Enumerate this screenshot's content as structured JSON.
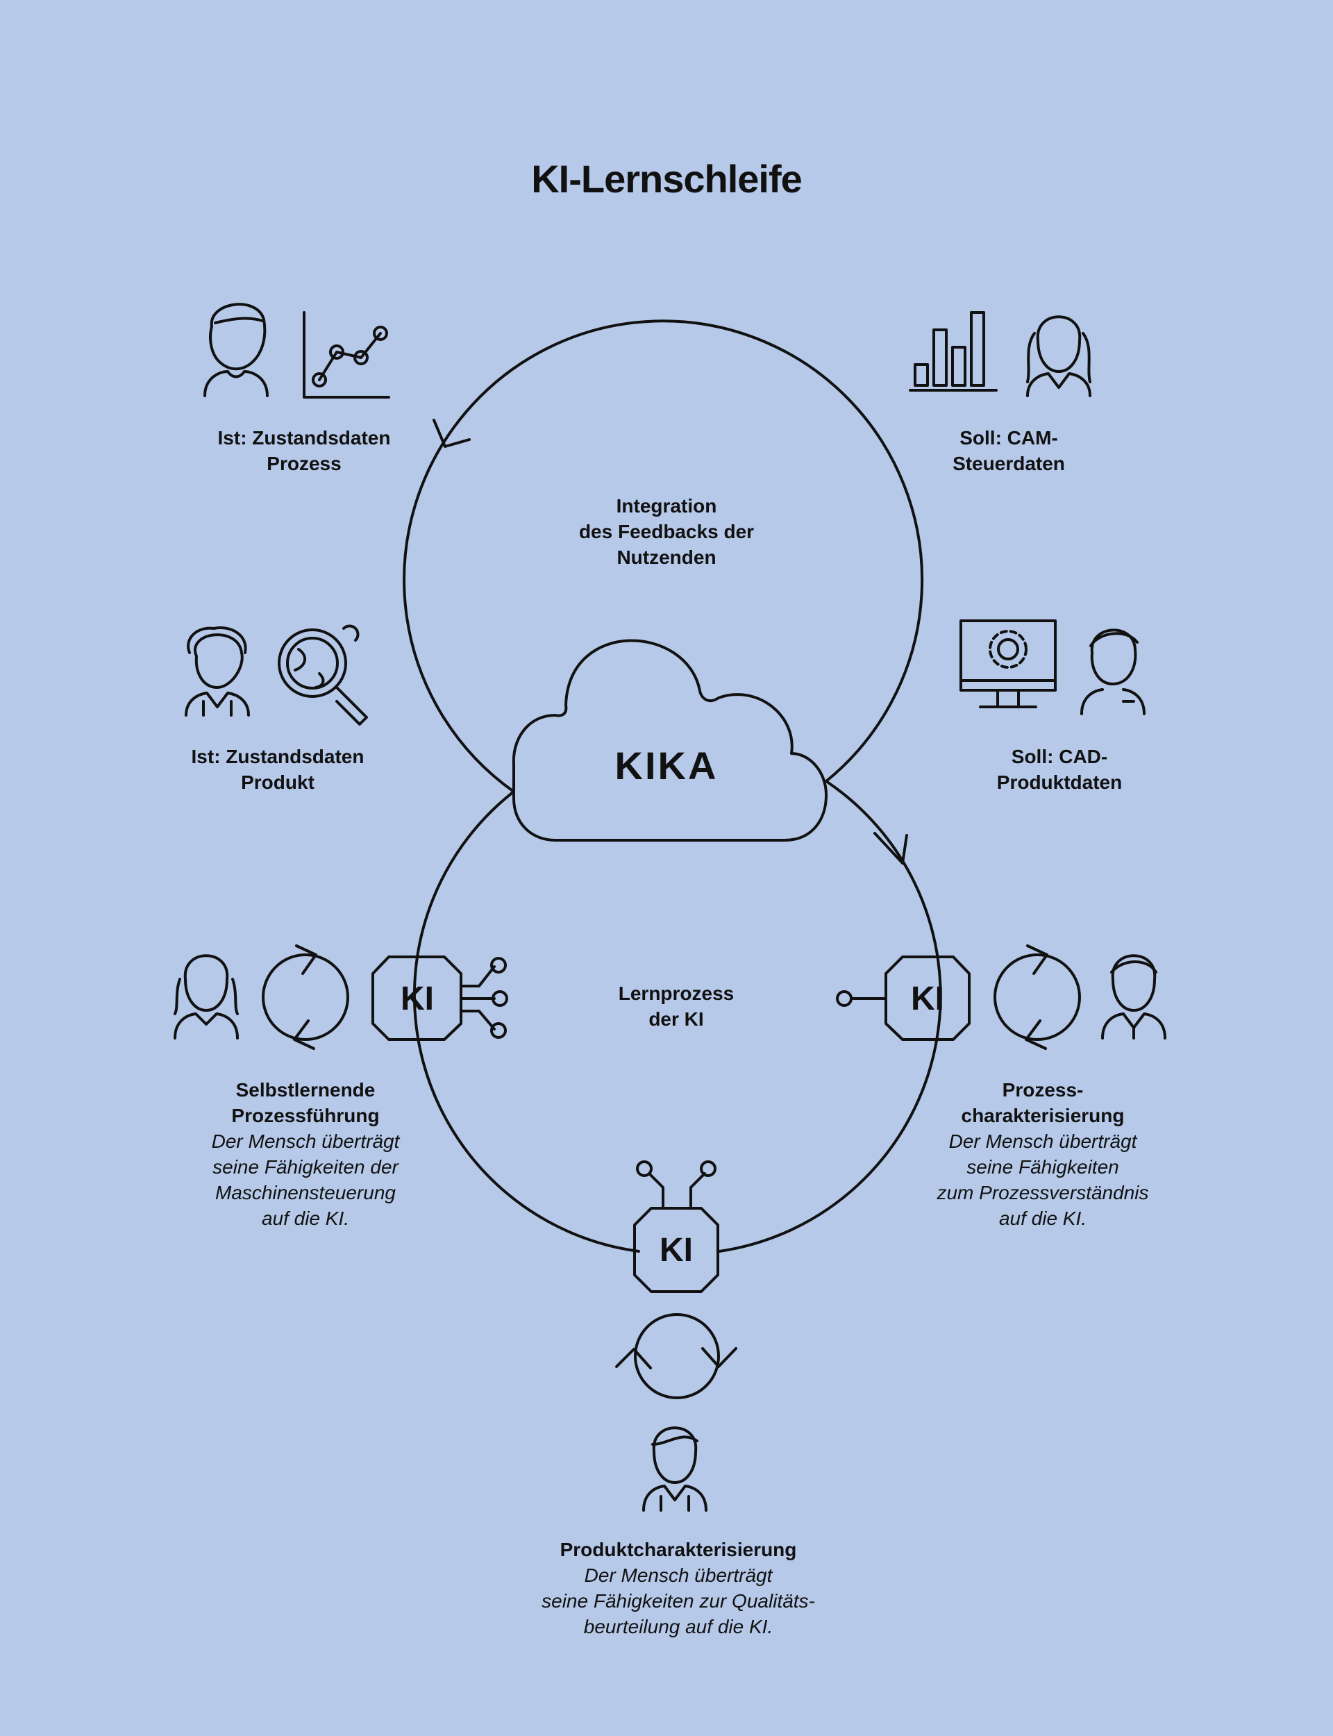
{
  "title": "KI-Lernschleife",
  "center": {
    "cloud_label": "KIKA",
    "top_loop": [
      "Integration",
      "des Feedbacks der",
      "Nutzenden"
    ],
    "bottom_loop": [
      "Lernprozess",
      "der KI"
    ]
  },
  "chip_label": "KI",
  "labels": {
    "ist_prozess": [
      "Ist: Zustandsdaten",
      "Prozess"
    ],
    "soll_cam": [
      "Soll: CAM-",
      "Steuerdaten"
    ],
    "ist_produkt": [
      "Ist: Zustandsdaten",
      "Produkt"
    ],
    "soll_cad": [
      "Soll: CAD-",
      "Produktdaten"
    ]
  },
  "roles": {
    "selbstlernend": {
      "title": [
        "Selbstlernende",
        "Prozessführung"
      ],
      "desc": [
        "Der Mensch überträgt",
        "seine Fähigkeiten der",
        "Maschinensteuerung",
        "auf die KI."
      ]
    },
    "prozess": {
      "title": [
        "Prozess-",
        "charakterisierung"
      ],
      "desc": [
        "Der Mensch überträgt",
        "seine Fähigkeiten",
        "zum Prozessverständnis",
        "auf die KI."
      ]
    },
    "produkt": {
      "title": [
        "Produktcharakterisierung"
      ],
      "desc": [
        "Der Mensch überträgt",
        "seine Fähigkeiten zur Qualitäts-",
        "beurteilung auf die KI."
      ]
    }
  },
  "icons": [
    "person-icon",
    "line-chart-icon",
    "bar-chart-icon",
    "monitor-gear-icon",
    "magnifier-globe-icon",
    "refresh-icon",
    "ai-chip-icon",
    "cloud-icon"
  ],
  "colors": {
    "background": "#b6c9e9",
    "stroke": "#111111"
  }
}
